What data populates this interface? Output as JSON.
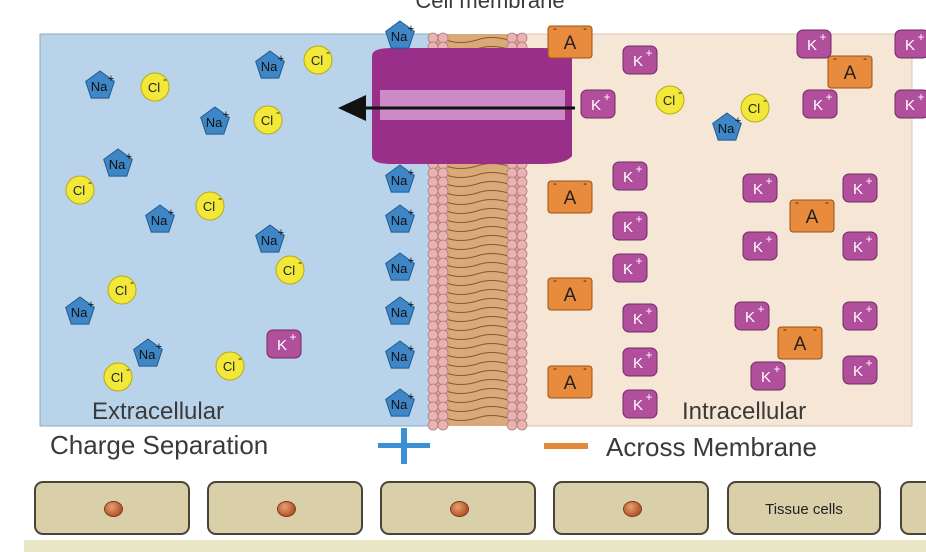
{
  "labels": {
    "cell_membrane": "Cell membrane",
    "extracellular": "Extracellular",
    "intracellular": "Intracellular",
    "charge_separation": "Charge Separation",
    "across_membrane": "Across Membrane",
    "tissue_cells": "Tissue cells"
  },
  "ions": {
    "sodium": "Na",
    "chloride": "Cl",
    "potassium": "K",
    "anion": "A",
    "plus": "+",
    "minus": "-"
  },
  "colors": {
    "extracellular_bg": "#b9d4ea",
    "intracellular_bg": "#f6e6d6",
    "sodium": "#3f86c6",
    "chloride": "#f2e83a",
    "potassium": "#b14f9c",
    "anion": "#e98b3c",
    "channel": "#9a2f8a",
    "lipid_head": "#e9b3b3",
    "positive_sign": "#3b8fd4",
    "negative_sign": "#e08a3a"
  },
  "icons": {
    "efflux_arrow": "left-arrow-icon",
    "plus_sign": "plus-icon",
    "minus_sign": "minus-icon"
  }
}
